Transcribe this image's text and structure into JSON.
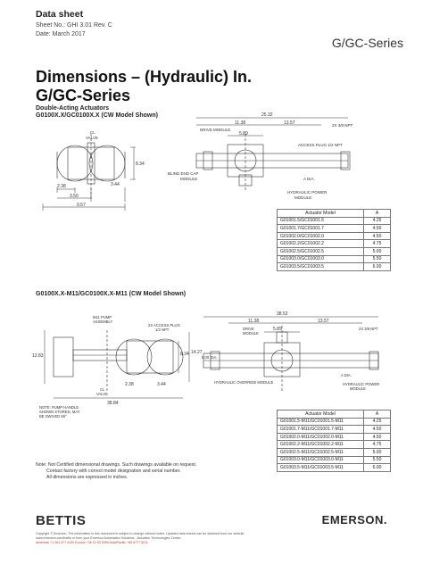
{
  "header": {
    "doc_type": "Data sheet",
    "sheet_no": "Sheet No.: GHI 3.01 Rev. C",
    "date": "Date: March 2017",
    "series": "G/GC-Series"
  },
  "title": {
    "line1": "Dimensions – (Hydraulic) In.",
    "line2": "G/GC-Series"
  },
  "section1": {
    "subtitle": "Double-Acting Actuators",
    "model": "G0100X.X/GC0100X.X (CW Model Shown)",
    "labels": {
      "cl_valve": "CL",
      "cl_valve2": "VALVE",
      "drive_module": "DRIVE MODULE",
      "access_plug": "ACCESS PLUG 1/2 NPT",
      "blind_end_cap": "BLIND END CAP",
      "blind_end_cap2": "MODULE",
      "hydraulic_power": "HYDRAULIC POWER",
      "hydraulic_power2": "MODULE",
      "a_dia": "A DIA.",
      "npt": "2X 3/8 NPT"
    },
    "dims": {
      "d25_32": "25.32",
      "d11_38": "11.38",
      "d13_57": "13.57",
      "d5_89": "5.89",
      "d8_34": "8.34",
      "d2_38": "2.38",
      "d3_44": "3.44",
      "d3_50": "3.50",
      "d9_57": "9.57"
    },
    "table": {
      "col_model": "Actuator Model",
      "col_a": "A",
      "rows": [
        {
          "model": "G01001.5/GC01001.5",
          "a": "4.25"
        },
        {
          "model": "G01001.7/GC01001.7",
          "a": "4.50"
        },
        {
          "model": "G01002.0/GC01002.0",
          "a": "4.50"
        },
        {
          "model": "G01002.2/GC01002.2",
          "a": "4.75"
        },
        {
          "model": "G01002.5/GC01002.5",
          "a": "5.00"
        },
        {
          "model": "G01003.0/GC01003.0",
          "a": "5.50"
        },
        {
          "model": "G01003.5/GC01003.5",
          "a": "6.00"
        }
      ]
    }
  },
  "section2": {
    "model": "G0100X.X-M11/GC0100X.X-M11 (CW Model Shown)",
    "labels": {
      "m11_pump": "M11 PUMP",
      "m11_pump2": "ASSEMBLY",
      "access_plug": "2X ACCESS PLUG",
      "access_plug2": "1/2 NPT",
      "note_pump": "NOTE: PUMP HANDLE",
      "note_pump2": "SHOWN STORED, MAY",
      "note_pump3": "BE SWIVED 90°",
      "cl_valve": "CL",
      "cl_valve2": "VALVE",
      "drive_module": "DRIVE",
      "drive_module2": "MODULE",
      "hyd_override": "HYDRAULIC OVERRIDE MODULE",
      "hydraulic_power": "HYDRAULIC POWER",
      "hydraulic_power2": "MODULE",
      "a_dia": "A DIA.",
      "npt": "2X 3/8 NPT"
    },
    "dims": {
      "d38_52": "38.52",
      "d11_38": "11.38",
      "d13_57": "13.57",
      "d5_89": "5.89",
      "d12_83": "12.83",
      "d14_27": "14.27",
      "d8_34": "8.34",
      "d5_00": "5.00 DIA.",
      "d2_38": "2.38",
      "d3_44": "3.44",
      "d38_84": "38.84"
    },
    "table": {
      "col_model": "Actuator Model",
      "col_a": "A",
      "rows": [
        {
          "model": "G01001.5-M11/GC01001.5-M11",
          "a": "4.25"
        },
        {
          "model": "G01001.7-M11/GC01001.7-M11",
          "a": "4.50"
        },
        {
          "model": "G01002.0-M11/GC01002.0-M11",
          "a": "4.50"
        },
        {
          "model": "G01002.2-M11/GC01002.2-M11",
          "a": "4.75"
        },
        {
          "model": "G01002.5-M11/GC01002.5-M11",
          "a": "5.00"
        },
        {
          "model": "G01003.0-M11/GC01003.0-M11",
          "a": "5.50"
        },
        {
          "model": "G01003.5-M11/GC01003.5-M11",
          "a": "6.00"
        }
      ]
    }
  },
  "notes": {
    "line1": "Note: Not Certified dimensional drawings. Such drawings available on request.",
    "line2": "Contact factory with correct model designation and serial number.",
    "line3": "All dimensions are expressed in inches."
  },
  "footer": {
    "logo_left": "BETTIS",
    "logo_right": "EMERSON.",
    "line1": "Copyright © Emerson. The information in this document is subject to change without notice. Updated data sheets can be obtained from our website",
    "line2": "www.emerson.com/bettis or from your Emerson Automation Solutions - Actuation Technologies Center:",
    "line3": "Americas +1 281 477 4100  Europe +36 22 53 0950  Asia/Pacific +65 6777 8211"
  }
}
